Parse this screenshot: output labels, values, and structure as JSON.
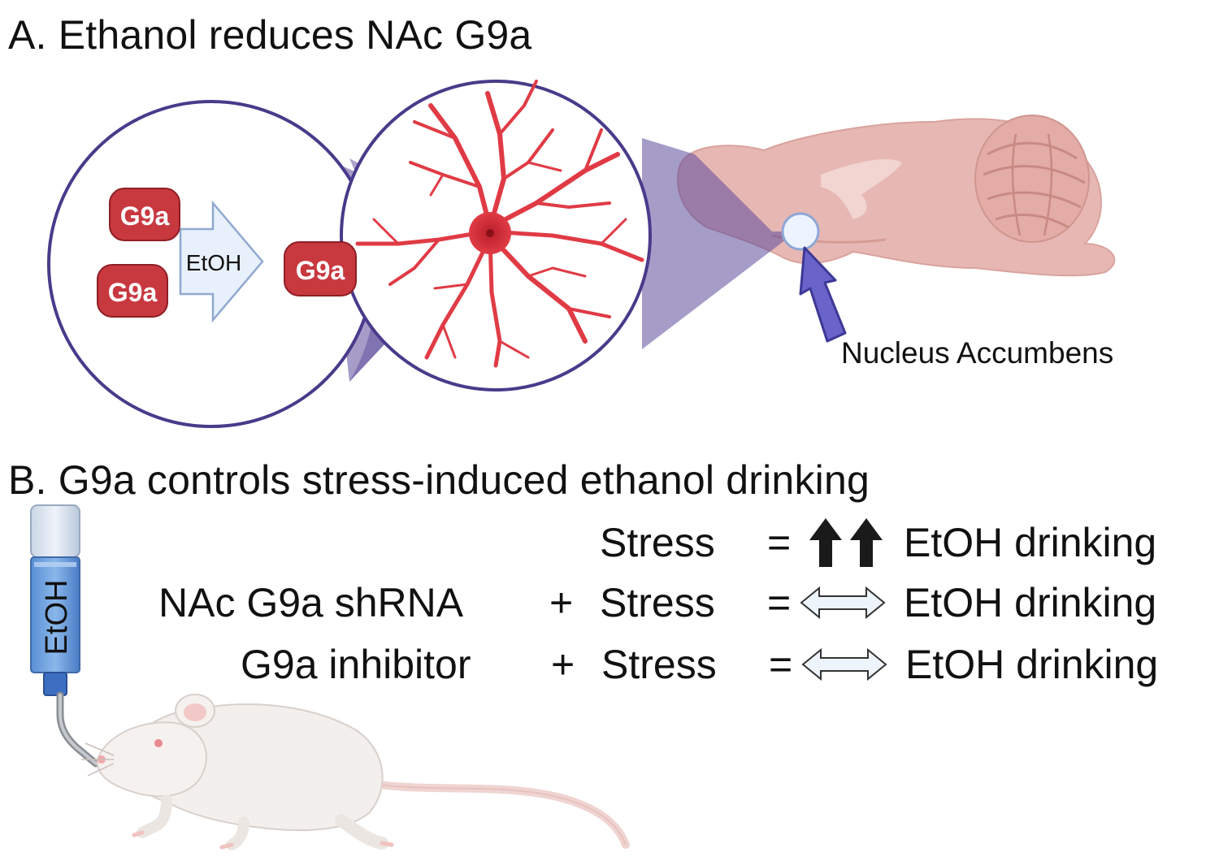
{
  "panel_a": {
    "title": "A. Ethanol reduces NAc G9a",
    "protein_label": "G9a",
    "arrow_label": "EtOH",
    "region_label": "Nucleus Accumbens"
  },
  "panel_b": {
    "title": "B. G9a controls stress-induced ethanol drinking",
    "bottle_label": "EtOH",
    "rows": [
      {
        "condition": "",
        "plus": "",
        "stress": "Stress",
        "equals": "=",
        "outcome": "EtOH drinking",
        "effect": "increase"
      },
      {
        "condition": "NAc G9a shRNA",
        "plus": "+",
        "stress": "Stress",
        "equals": "=",
        "outcome": "EtOH drinking",
        "effect": "no-change"
      },
      {
        "condition": "G9a inhibitor",
        "plus": "+",
        "stress": "Stress",
        "equals": "=",
        "outcome": "EtOH drinking",
        "effect": "no-change"
      }
    ]
  },
  "colors": {
    "g9a_box": "#c8383f",
    "neuron": "#e03b45",
    "circle_outline": "#4a3a8a",
    "projection": "#5b4a9a",
    "brain": "#e7b8b3",
    "arrow_fill": "#e8f0fb",
    "pointer_arrow": "#6a63c9"
  }
}
